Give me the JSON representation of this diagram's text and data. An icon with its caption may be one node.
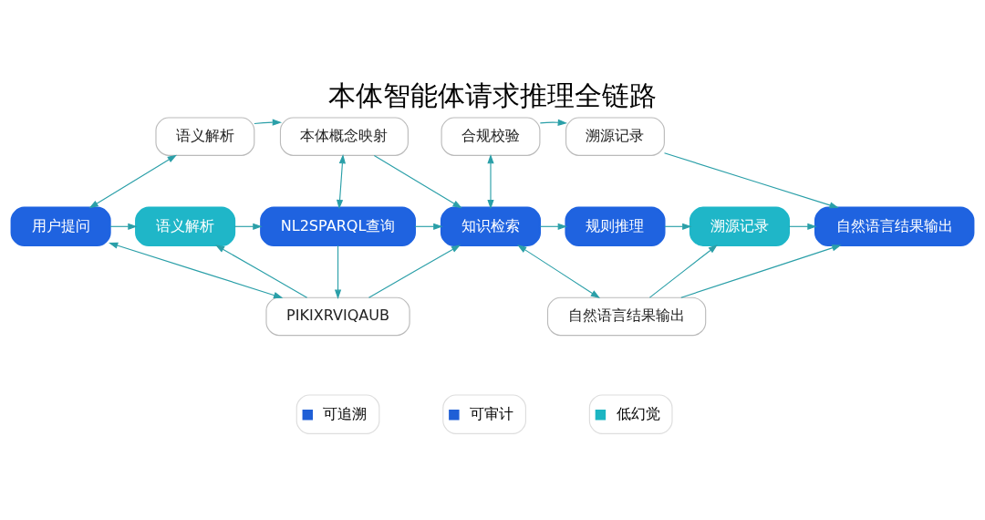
{
  "diagram": {
    "title": "本体智能体请求推理全链路",
    "nodes": [
      {
        "text": [
          "用户提问"
        ]
      },
      {
        "text": [
          "语义解析"
        ]
      },
      {
        "text": [
          "NL2SPARQL查询"
        ]
      },
      {
        "text": [
          "知识检索"
        ]
      },
      {
        "text": [
          "规则推理"
        ]
      },
      {
        "text": [
          "溯源记录"
        ]
      },
      {
        "text": [
          "自然语言结果输出"
        ]
      },
      {
        "text": [
          "语义解析"
        ]
      },
      {
        "text": [
          "本体概念映射"
        ]
      },
      {
        "text": [
          "合规校验"
        ]
      },
      {
        "text": [
          "溯源记录"
        ]
      },
      {
        "text": [
          "PIKIXRVIQAUB"
        ]
      },
      {
        "text": [
          "自然语言结果输出"
        ]
      }
    ],
    "edges": [
      {
        "from": 0,
        "to": 1,
        "arrow": "to"
      },
      {
        "from": 1,
        "to": 2,
        "arrow": "to"
      },
      {
        "from": 2,
        "to": 3,
        "arrow": "to"
      },
      {
        "from": 3,
        "to": 4,
        "arrow": "to"
      },
      {
        "from": 4,
        "to": 5,
        "arrow": "to"
      },
      {
        "from": 5,
        "to": 6,
        "arrow": "to"
      },
      {
        "from": 0,
        "to": 7,
        "arrow": "both"
      },
      {
        "from": 7,
        "to": 8,
        "arrow": "to"
      },
      {
        "from": 8,
        "to": 2,
        "arrow": "both"
      },
      {
        "from": 8,
        "to": 3,
        "arrow": "to"
      },
      {
        "from": 3,
        "to": 9,
        "arrow": "both"
      },
      {
        "from": 9,
        "to": 10,
        "arrow": "to"
      },
      {
        "from": 10,
        "to": 6,
        "arrow": "to"
      },
      {
        "from": 2,
        "to": 11,
        "arrow": "to"
      },
      {
        "from": 0,
        "to": 11,
        "arrow": "both"
      },
      {
        "from": 11,
        "to": 1,
        "arrow": "to"
      },
      {
        "from": 11,
        "to": 3,
        "arrow": "to"
      },
      {
        "from": 3,
        "to": 12,
        "arrow": "both"
      },
      {
        "from": 12,
        "to": 5,
        "arrow": "to"
      },
      {
        "from": 12,
        "to": 6,
        "arrow": "to"
      }
    ],
    "legend": [
      {
        "text": "可追溯",
        "color": "#1f5fd6"
      },
      {
        "text": "可审计",
        "color": "#1f5fd6"
      },
      {
        "text": "低幻觉",
        "color": "#1cb5c2"
      }
    ]
  }
}
